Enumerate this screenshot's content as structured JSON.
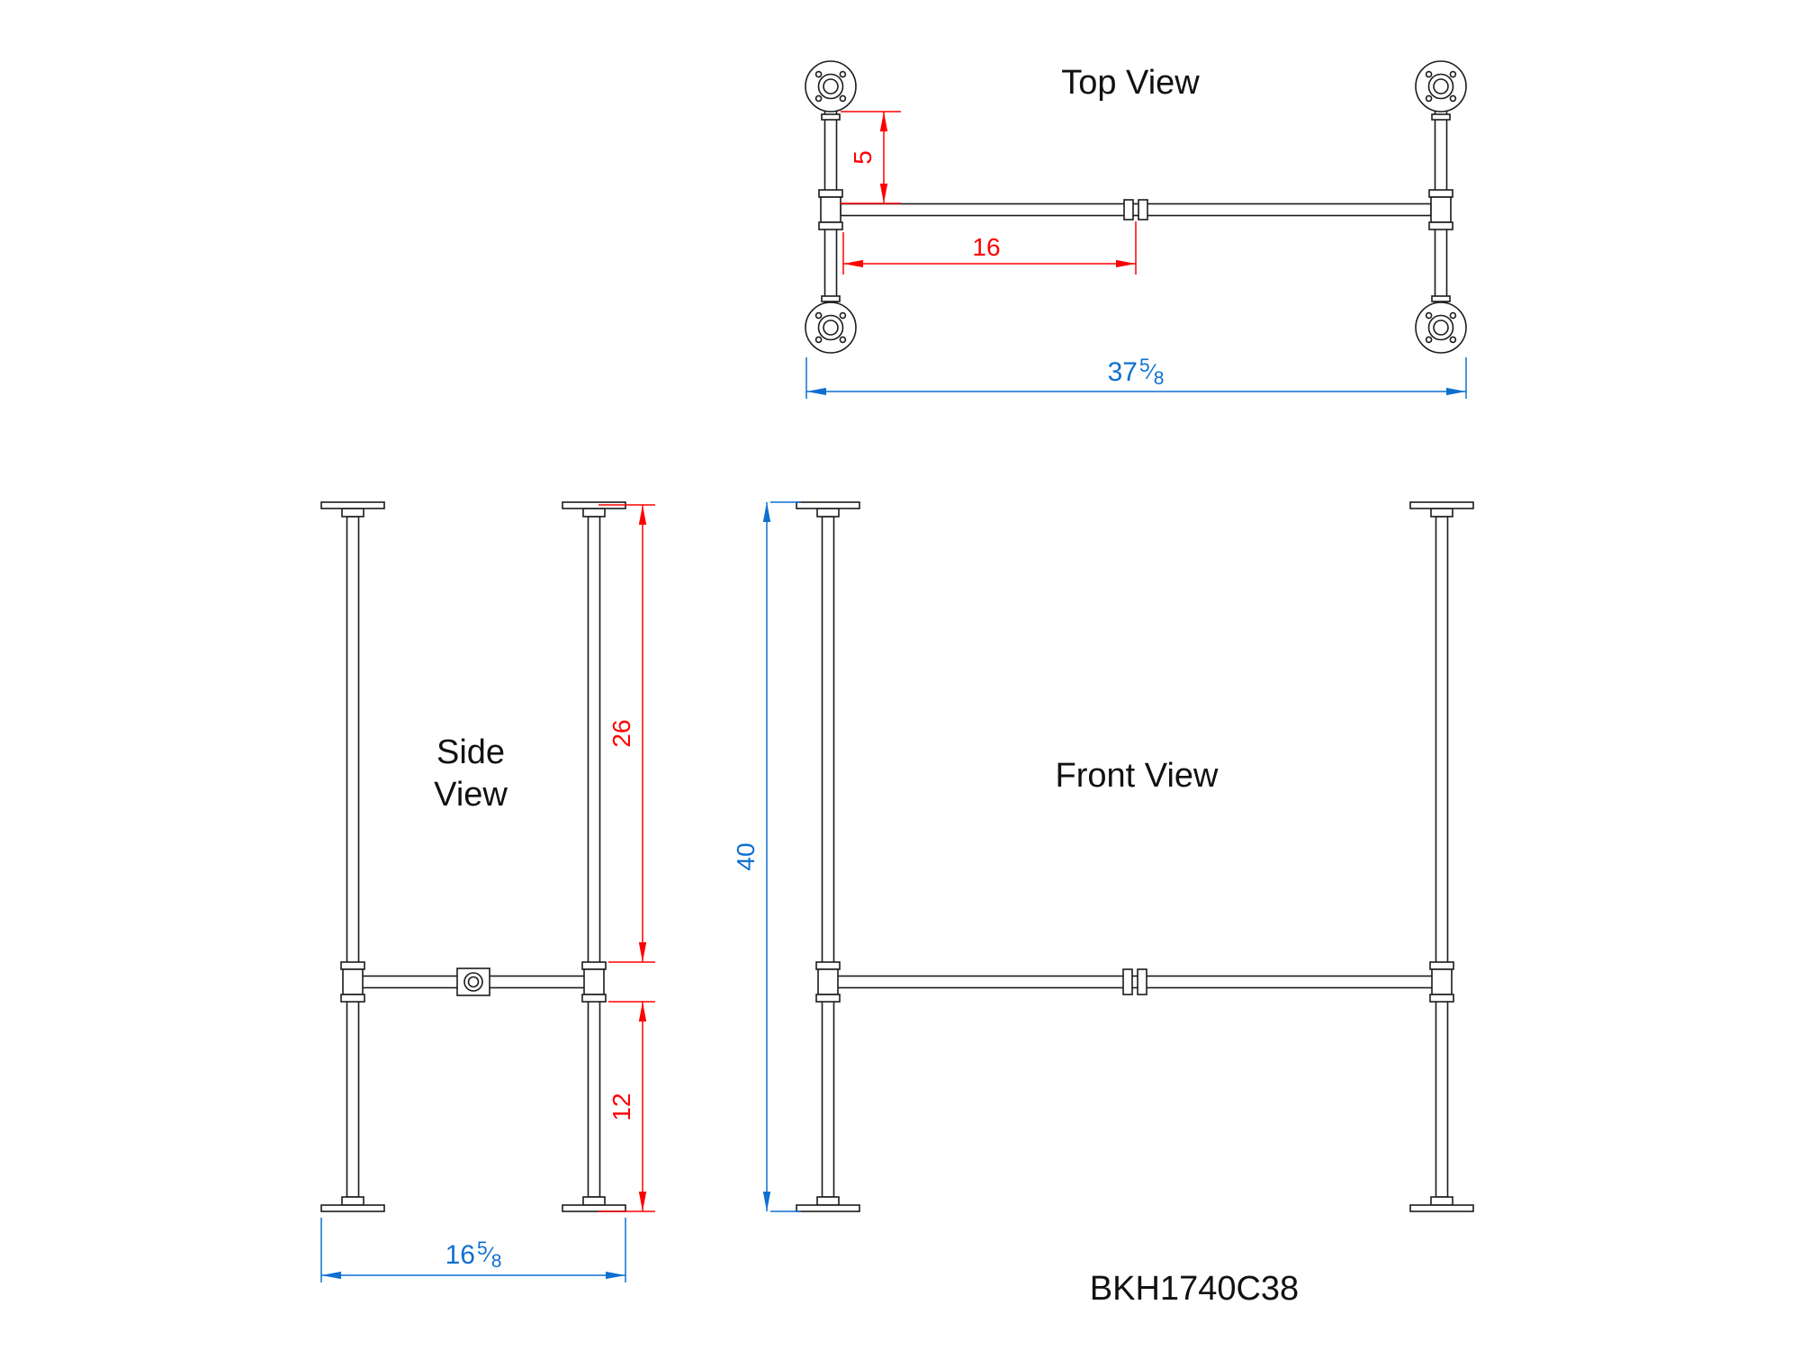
{
  "colors": {
    "geometry": "#1b1b1b",
    "text": "#111111",
    "dimension_red": "#ff0000",
    "dimension_blue": "#0e6fd0"
  },
  "drawing": {
    "part_number": "BKH1740C38",
    "views": {
      "top": {
        "title": "Top View"
      },
      "side": {
        "title_line1": "Side",
        "title_line2": "View"
      },
      "front": {
        "title": "Front View"
      }
    },
    "dims": {
      "frac_slash": "⁄",
      "flange_to_rail": "5",
      "rail_to_center": "16",
      "overall_width": {
        "whole": "37",
        "num": "5",
        "den": "8"
      },
      "upper_height": "26",
      "lower_height": "12",
      "overall_height": "40",
      "overall_depth": {
        "whole": "16",
        "num": "5",
        "den": "8"
      }
    }
  }
}
